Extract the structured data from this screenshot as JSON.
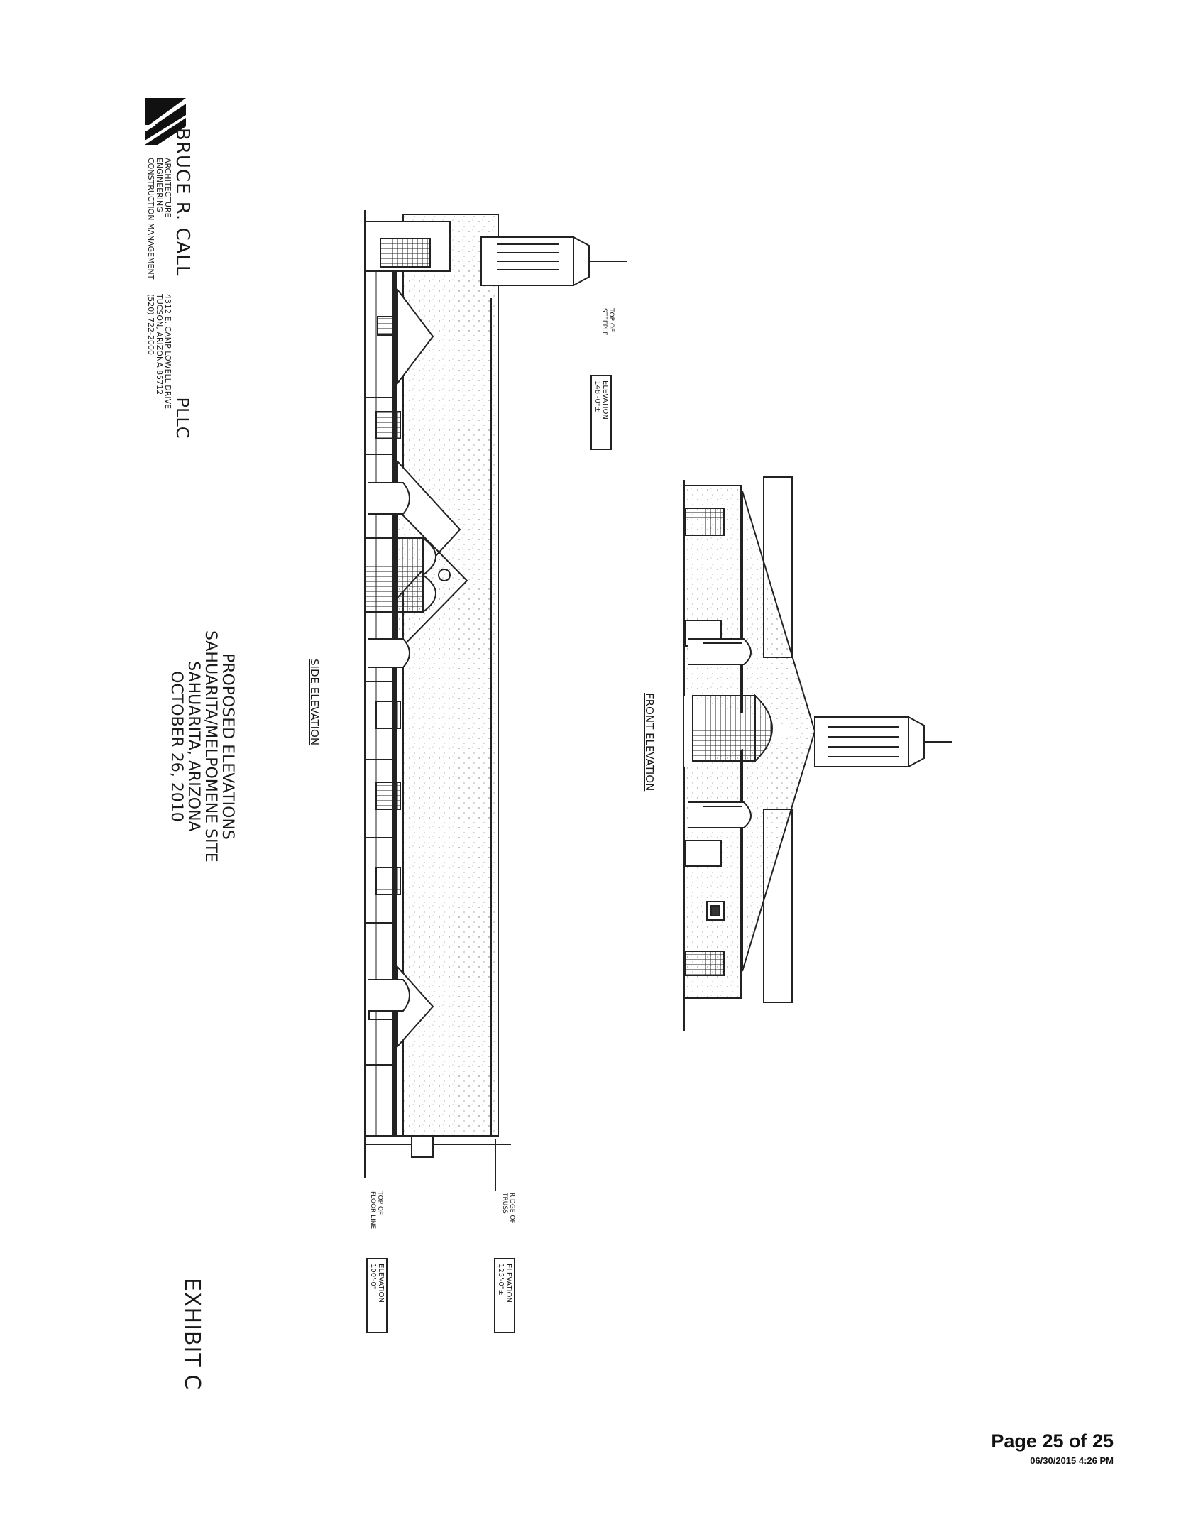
{
  "firm": {
    "name": "BRUCE R. CALL",
    "suffix": "PLLC",
    "services": [
      "ARCHITECTURE",
      "ENGINEERING",
      "CONSTRUCTION MANAGEMENT"
    ],
    "address": [
      "4312 E. CAMP LOWELL DRIVE",
      "TUCSON, ARIZONA 85712",
      "(520) 722-2000"
    ]
  },
  "title_block": {
    "lines": [
      "PROPOSED ELEVATIONS",
      "SAHUARITA/MELPOMENE SITE",
      "SAHUARITA, ARIZONA",
      "OCTOBER 26, 2010"
    ]
  },
  "exhibit": "EXHIBIT C",
  "views": {
    "side": "SIDE ELEVATION",
    "front": "FRONT ELEVATION"
  },
  "datums": {
    "steeple": {
      "label": [
        "TOP OF",
        "STEEPLE"
      ],
      "value": [
        "ELEVATION",
        "148'-0\"±"
      ]
    },
    "ridge": {
      "label": [
        "RIDGE OF",
        "TRUSS"
      ],
      "value": [
        "ELEVATION",
        "125'-0\"±"
      ]
    },
    "floor": {
      "label": [
        "TOP OF",
        "FLOOR LINE"
      ],
      "value": [
        "ELEVATION",
        "100'-0\""
      ]
    }
  },
  "footer": {
    "page": "Page 25 of 25",
    "date": "06/30/2015 4:26 PM"
  }
}
